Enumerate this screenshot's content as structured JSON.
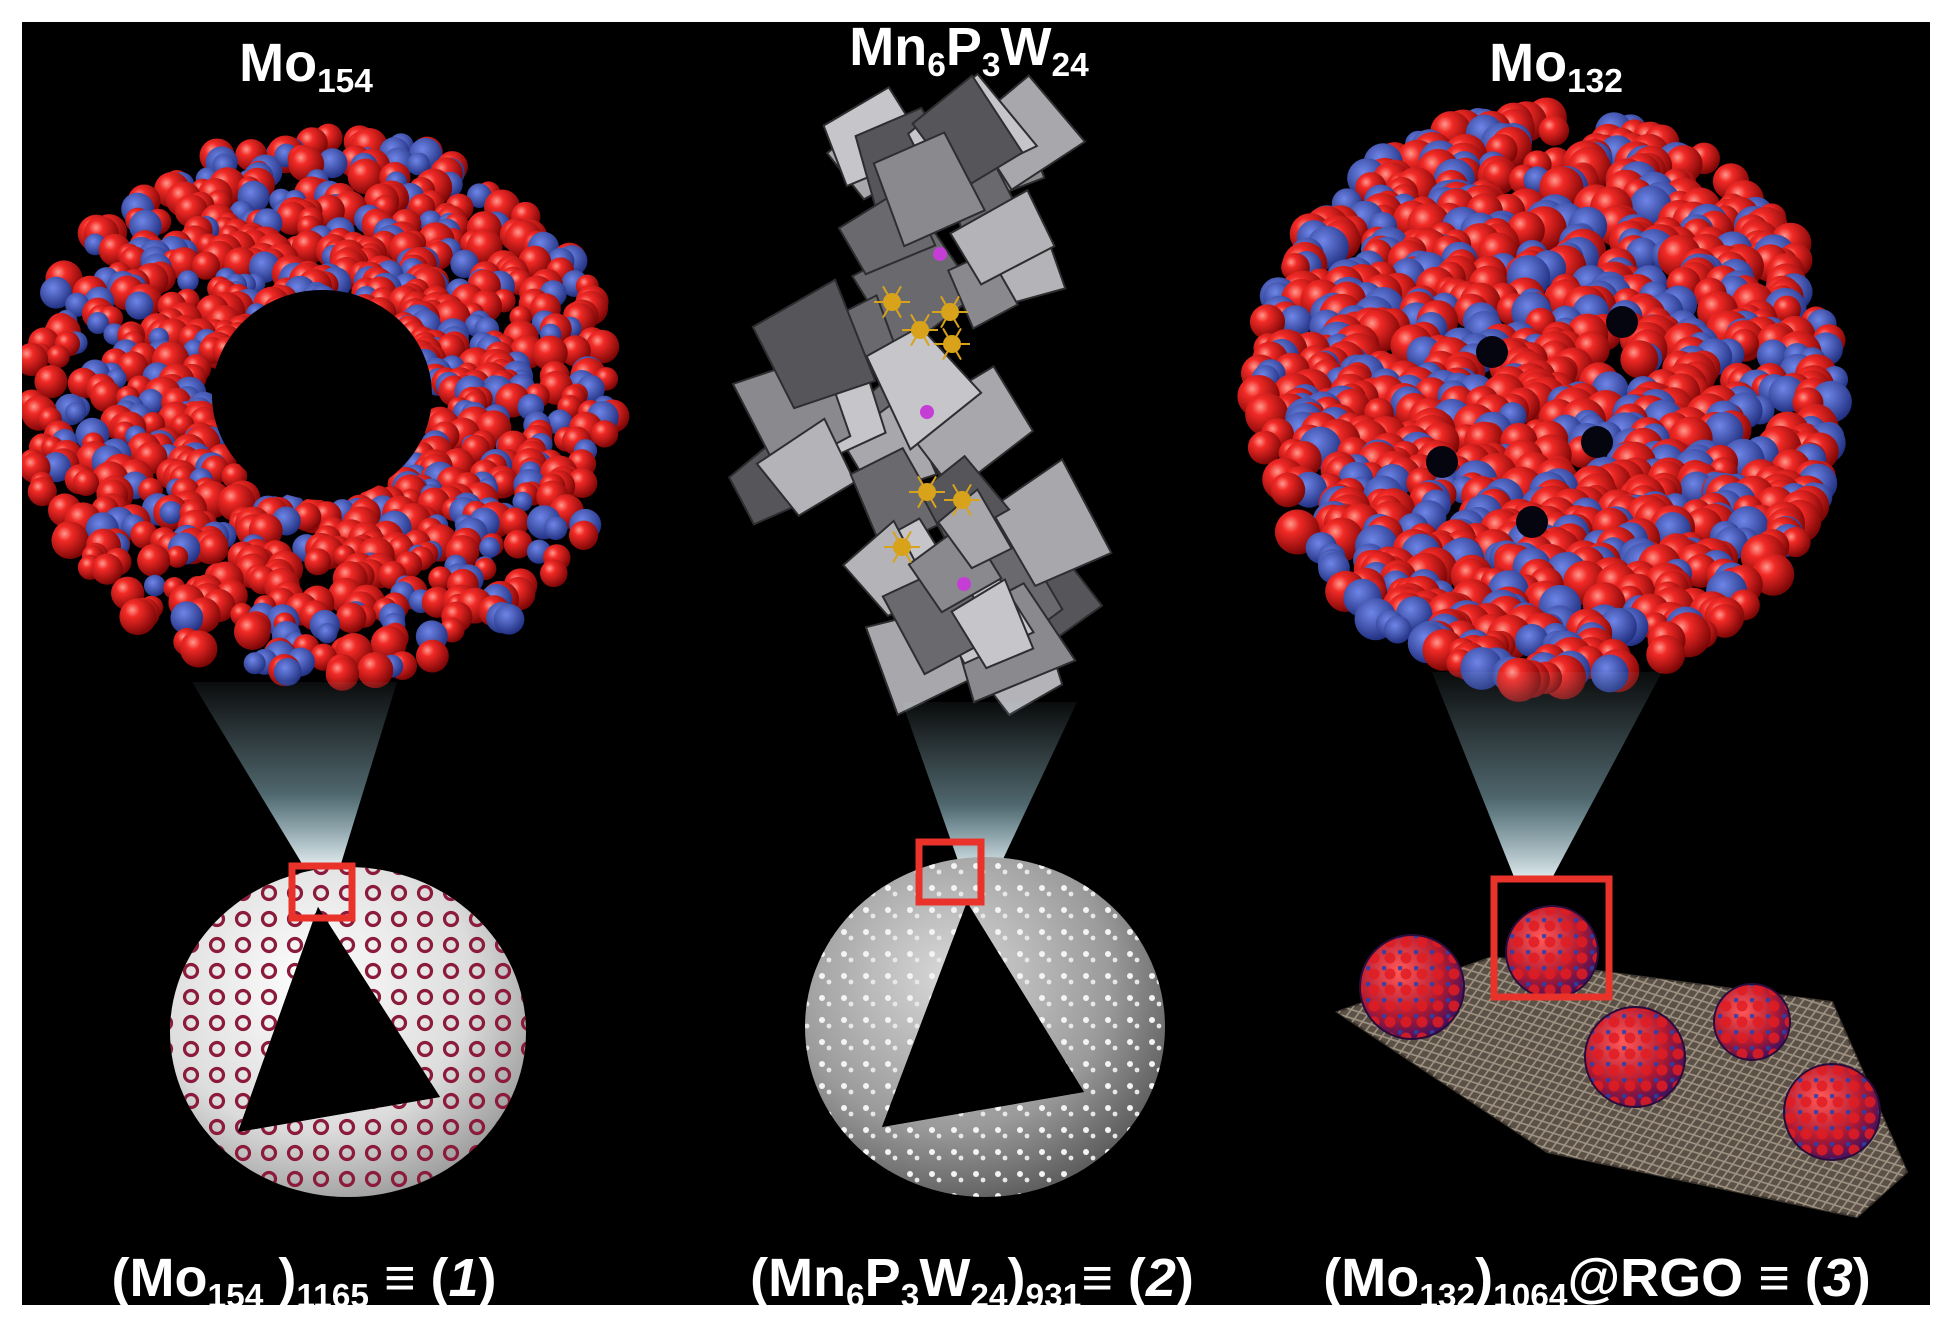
{
  "figure": {
    "background": "#000000",
    "panels": [
      {
        "id": "mo154",
        "title": {
          "base": "Mo",
          "sub": "154"
        },
        "caption": {
          "parts": [
            "(Mo",
            "154",
            " )",
            "1165",
            " ≡ (",
            "1",
            ")"
          ]
        },
        "cluster": "torus-of-spheres",
        "assembly": "hollow-vesicle-pink"
      },
      {
        "id": "mn6p3w24",
        "title": {
          "parts": [
            "Mn",
            "6",
            "P",
            "3",
            "W",
            "24"
          ]
        },
        "caption": {
          "parts": [
            "(Mn",
            "6",
            "P",
            "3",
            "W",
            "24",
            ")",
            "931",
            "≡ (",
            "2",
            ")"
          ]
        },
        "cluster": "polyhedral-chain",
        "assembly": "hollow-vesicle-grey"
      },
      {
        "id": "mo132",
        "title": {
          "base": "Mo",
          "sub": "132"
        },
        "caption": {
          "parts": [
            "(Mo",
            "132",
            ")",
            "1064",
            "@RGO ≡ (",
            "3",
            ")"
          ]
        },
        "cluster": "ball-of-spheres",
        "assembly": "spheres-on-graphene-sheet"
      }
    ],
    "colors": {
      "oxygen": "#e5141a",
      "metal": "#3a4fb8",
      "highlight_box": "#e8322a",
      "beam": "#bfe9f5",
      "polyhedra": "#9a9a9e",
      "manganese": "#d9a21b",
      "phosphorus": "#c43ed6",
      "vesicle_pink_dots": "#8c1a3a",
      "sheet": "#8a7f72"
    }
  }
}
